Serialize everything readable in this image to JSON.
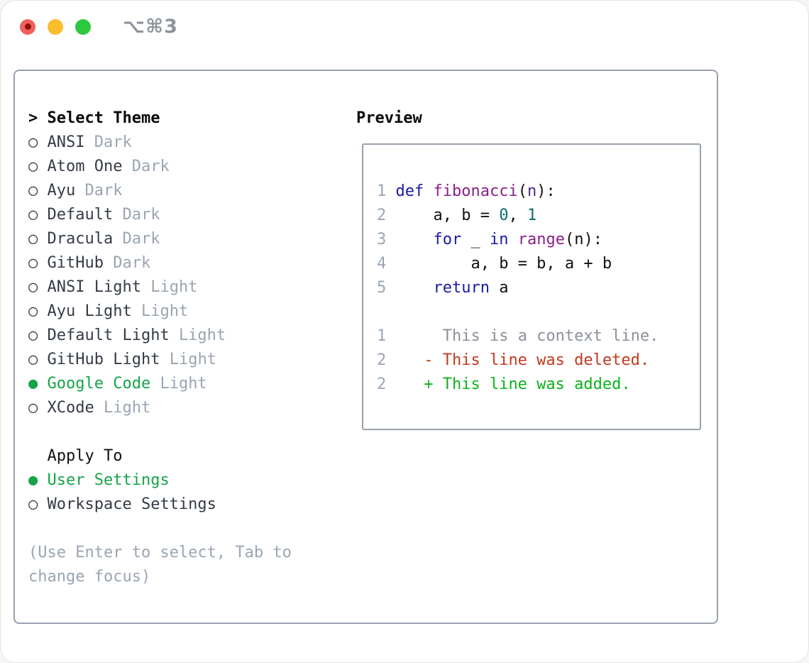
{
  "window": {
    "title": "⌥⌘3"
  },
  "icons": {
    "radio_unselected": "○",
    "radio_selected": "●",
    "header_prefix": ">"
  },
  "theme_list": {
    "header": "Select Theme",
    "items": [
      {
        "name": "ANSI",
        "variant": "Dark",
        "selected": false
      },
      {
        "name": "Atom One",
        "variant": "Dark",
        "selected": false
      },
      {
        "name": "Ayu",
        "variant": "Dark",
        "selected": false
      },
      {
        "name": "Default",
        "variant": "Dark",
        "selected": false
      },
      {
        "name": "Dracula",
        "variant": "Dark",
        "selected": false
      },
      {
        "name": "GitHub",
        "variant": "Dark",
        "selected": false
      },
      {
        "name": "ANSI Light",
        "variant": "Light",
        "selected": false
      },
      {
        "name": "Ayu Light",
        "variant": "Light",
        "selected": false
      },
      {
        "name": "Default Light",
        "variant": "Light",
        "selected": false
      },
      {
        "name": "GitHub Light",
        "variant": "Light",
        "selected": false
      },
      {
        "name": "Google Code",
        "variant": "Light",
        "selected": true
      },
      {
        "name": "XCode",
        "variant": "Light",
        "selected": false
      }
    ]
  },
  "apply_to": {
    "header": "Apply To",
    "options": [
      {
        "name": "User Settings",
        "selected": true
      },
      {
        "name": "Workspace Settings",
        "selected": false
      }
    ]
  },
  "help_text": "(Use Enter to select, Tab to change focus)",
  "preview": {
    "header": "Preview",
    "lines": [
      [
        {
          "t": "1",
          "c": "ln"
        },
        {
          "t": " ",
          "c": "plain"
        },
        {
          "t": "def",
          "c": "kw"
        },
        {
          "t": " ",
          "c": "plain"
        },
        {
          "t": "fibonacci",
          "c": "fn"
        },
        {
          "t": "(",
          "c": "plain"
        },
        {
          "t": "n",
          "c": "prm"
        },
        {
          "t": "):",
          "c": "plain"
        }
      ],
      [
        {
          "t": "2",
          "c": "ln"
        },
        {
          "t": "     a, b = ",
          "c": "plain"
        },
        {
          "t": "0",
          "c": "num"
        },
        {
          "t": ", ",
          "c": "plain"
        },
        {
          "t": "1",
          "c": "num"
        }
      ],
      [
        {
          "t": "3",
          "c": "ln"
        },
        {
          "t": "     ",
          "c": "plain"
        },
        {
          "t": "for",
          "c": "kw"
        },
        {
          "t": " _ ",
          "c": "plain"
        },
        {
          "t": "in",
          "c": "kw"
        },
        {
          "t": " ",
          "c": "plain"
        },
        {
          "t": "range",
          "c": "fn"
        },
        {
          "t": "(n):",
          "c": "plain"
        }
      ],
      [
        {
          "t": "4",
          "c": "ln"
        },
        {
          "t": "         a, b = b, a + b",
          "c": "plain"
        }
      ],
      [
        {
          "t": "5",
          "c": "ln"
        },
        {
          "t": "     ",
          "c": "plain"
        },
        {
          "t": "return",
          "c": "kw"
        },
        {
          "t": " a",
          "c": "plain"
        }
      ],
      [],
      [
        {
          "t": "1",
          "c": "ln"
        },
        {
          "t": "      ",
          "c": "plain"
        },
        {
          "t": "This is a context line.",
          "c": "ctx"
        }
      ],
      [
        {
          "t": "2",
          "c": "ln"
        },
        {
          "t": "    ",
          "c": "plain"
        },
        {
          "t": "- This line was deleted.",
          "c": "del"
        }
      ],
      [
        {
          "t": "2",
          "c": "ln"
        },
        {
          "t": "    ",
          "c": "plain"
        },
        {
          "t": "+ This line was added.",
          "c": "add"
        }
      ]
    ]
  },
  "colors": {
    "accent_green": "#16a34a",
    "traffic_red": "#f0605a",
    "traffic_red_dot": "#8c1309",
    "traffic_yellow": "#f9bd2e",
    "traffic_green": "#2bc840",
    "panel_border": "#98a1ad",
    "muted": "#9aa5b3",
    "item_text": "#343b47",
    "help_text": "#9aa5b3",
    "title_gray": "#8e939a",
    "kw": "#1a1aa8",
    "fn": "#8a1f8a",
    "prm": "#4f2a8c",
    "num": "#0b6e6e",
    "code": "#111111",
    "ctx": "#8b919b",
    "del": "#c23a1e",
    "add": "#0db31b"
  }
}
